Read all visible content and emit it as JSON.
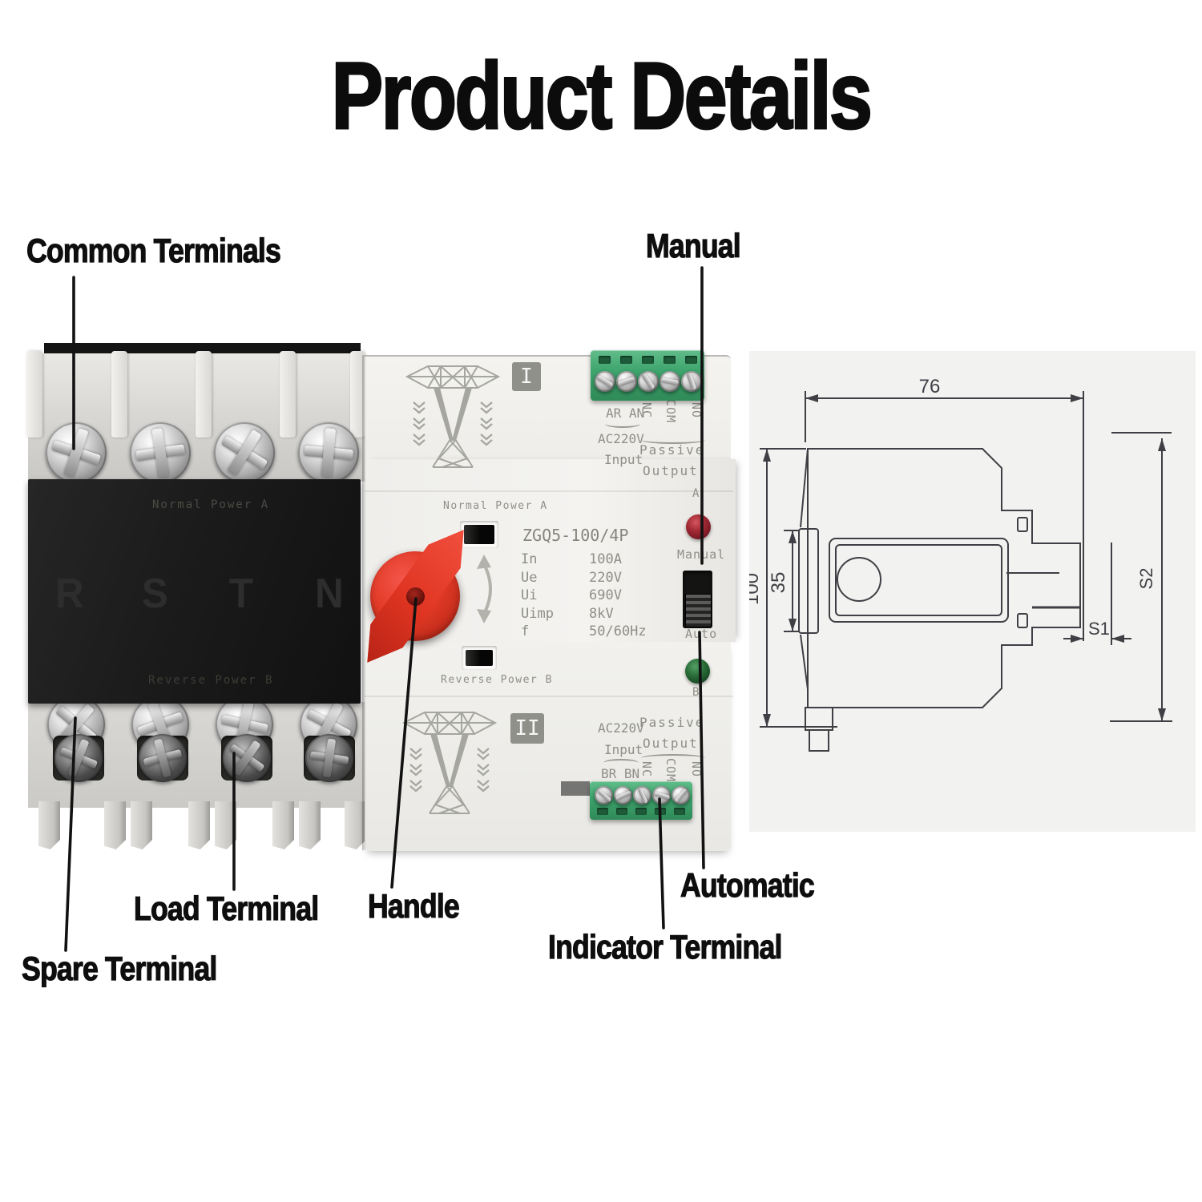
{
  "page": {
    "title": "Product Details"
  },
  "callouts": {
    "common_terminals": "Common Terminals",
    "manual": "Manual",
    "load_terminal": "Load Terminal",
    "handle": "Handle",
    "automatic": "Automatic",
    "indicator_terminal": "Indicator Terminal",
    "spare_terminal": "Spare Terminal"
  },
  "device": {
    "cover": {
      "top_label": "Normal Power A",
      "phases": [
        "R",
        "S",
        "T",
        "N"
      ],
      "bottom_label": "Reverse Power B"
    },
    "panel": {
      "normal_power": "Normal Power A",
      "reverse_power": "Reverse Power B",
      "model": "ZGQ5-100/4P",
      "specs": [
        {
          "label": "In",
          "value": "100A"
        },
        {
          "label": "Ue",
          "value": "220V"
        },
        {
          "label": "Ui",
          "value": "690V"
        },
        {
          "label": "Uimp",
          "value": "8kV"
        },
        {
          "label": "f",
          "value": "50/60Hz"
        }
      ],
      "led_a": "A",
      "manual": "Manual",
      "auto": "Auto",
      "led_b": "B"
    },
    "section1": {
      "badge": "I",
      "input_terms": "AR AN",
      "input_line1": "AC220V",
      "input_line2": "Input",
      "output_terms": [
        "NC",
        "COM",
        "NO"
      ],
      "output_line1": "Passive",
      "output_line2": "Output"
    },
    "section2": {
      "badge": "II",
      "input_line1": "AC220V",
      "input_line2": "Input",
      "input_terms": "BR BN",
      "output_line1": "Passive",
      "output_line2": "Output",
      "output_terms": [
        "NC",
        "COM",
        "NO"
      ]
    }
  },
  "drawing": {
    "dim_width": "76",
    "dim_height": "100",
    "dim_rail": "35",
    "dim_s1": "S1",
    "dim_s2": "S2"
  },
  "colors": {
    "handle_red": "#d8321f",
    "terminal_green": "#3fa56e",
    "led_red": "#8e1f2c",
    "led_green": "#1d5a2c",
    "label_black": "#0e0e0e",
    "drawing_line": "#3f3f45",
    "drawing_bg": "#f2f2f0"
  }
}
